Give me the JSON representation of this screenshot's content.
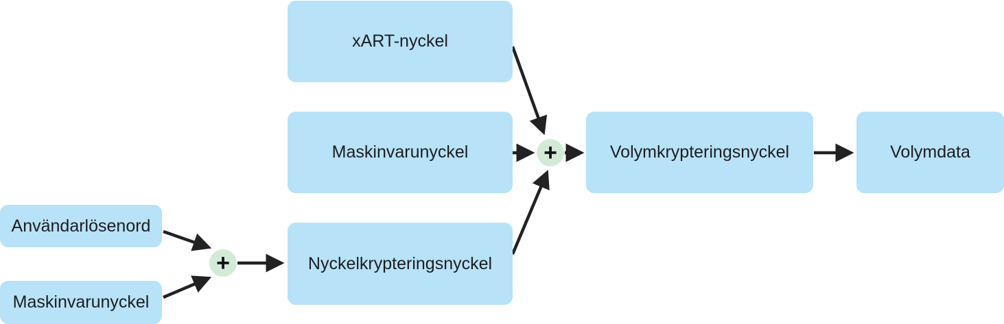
{
  "colors": {
    "node_fill": "#b7e2f8",
    "operator_fill": "#d3ead7",
    "arrow": "#222222",
    "text": "#1d1d1f"
  },
  "nodes": {
    "xart_key": "xART-nyckel",
    "hardware_key_top": "Maskinvarunyckel",
    "key_encryption_key": "Nyckelkrypteringsnyckel",
    "volume_encryption_key": "Volymkrypteringsnyckel",
    "volume_data": "Volymdata",
    "user_password": "Användarlösenord",
    "hardware_key_bottom": "Maskinvarunyckel"
  },
  "operators": {
    "combine_top": "+",
    "combine_bottom": "+"
  }
}
